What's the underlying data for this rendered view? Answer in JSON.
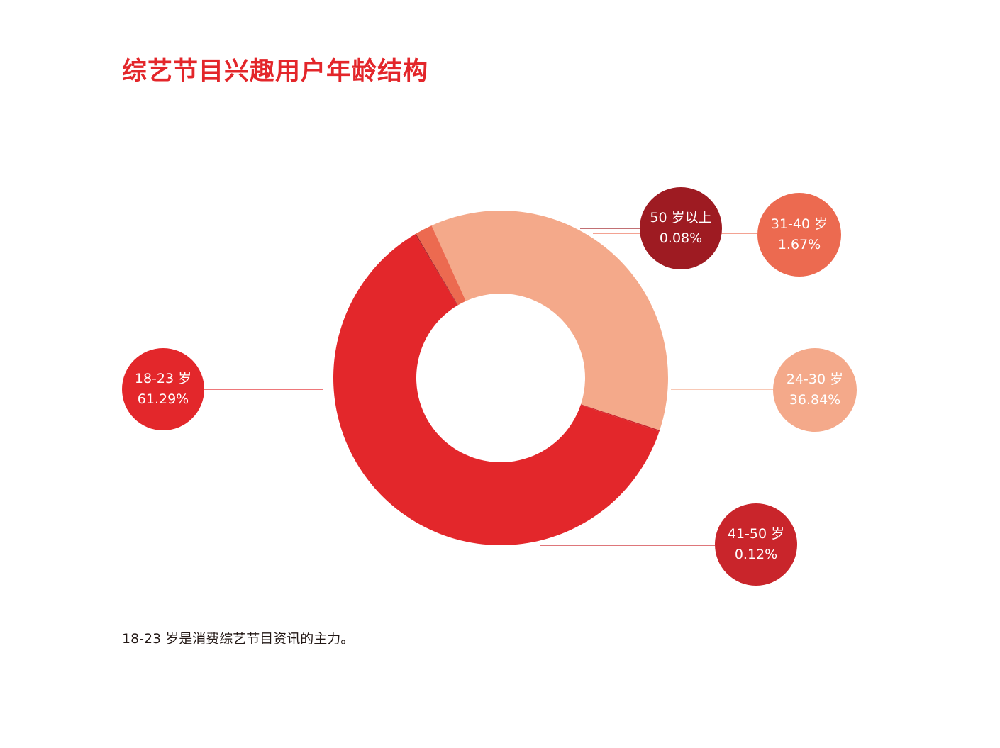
{
  "chart_data": {
    "type": "pie",
    "title": "综艺节目兴趣用户年龄结构",
    "caption": "18-23 岁是消费综艺节目资讯的主力。",
    "slices": [
      {
        "name": "24-30 岁",
        "value": 36.84,
        "value_label": "36.84%",
        "color": "#f4a98a"
      },
      {
        "name": "41-50 岁",
        "value": 0.12,
        "value_label": "0.12%",
        "color": "#c9252b"
      },
      {
        "name": "18-23 岁",
        "value": 61.29,
        "value_label": "61.29%",
        "color": "#e3272b"
      },
      {
        "name": "50 岁以上",
        "value": 0.08,
        "value_label": "0.08%",
        "color": "#9e1b22"
      },
      {
        "name": "31-40 岁",
        "value": 1.67,
        "value_label": "1.67%",
        "color": "#ec6a50"
      }
    ]
  }
}
